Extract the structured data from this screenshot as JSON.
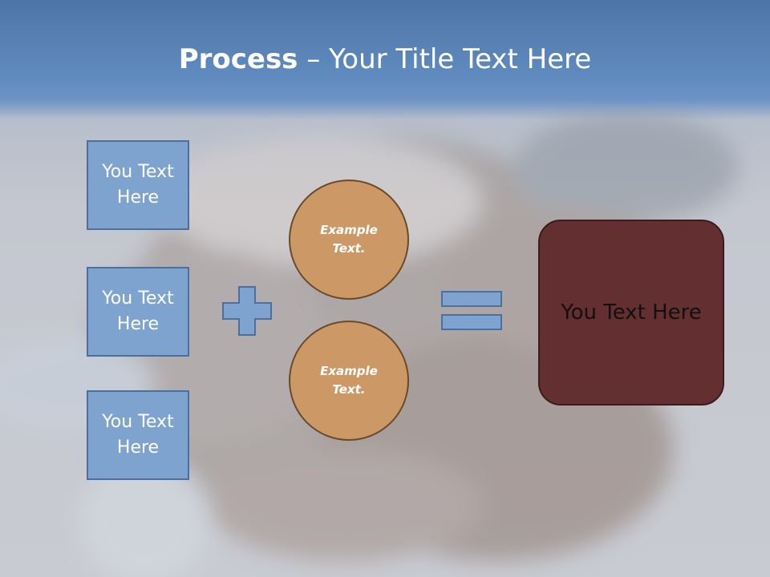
{
  "title": {
    "bold": "Process",
    "rest": " – Your Title Text Here"
  },
  "left_boxes": [
    {
      "label": "You Text Here"
    },
    {
      "label": "You Text Here"
    },
    {
      "label": "You Text Here"
    }
  ],
  "circles": [
    {
      "label": "Example Text."
    },
    {
      "label": "Example Text."
    }
  ],
  "result": {
    "label": "You Text Here"
  },
  "colors": {
    "header_blue": "#5f8bc0",
    "box_fill": "#7ea3cf",
    "box_border": "#4a6fa0",
    "circle_fill": "#cc9966",
    "result_fill": "#632f30"
  },
  "icons": {
    "plus": "plus-icon",
    "equals": "equals-icon"
  }
}
